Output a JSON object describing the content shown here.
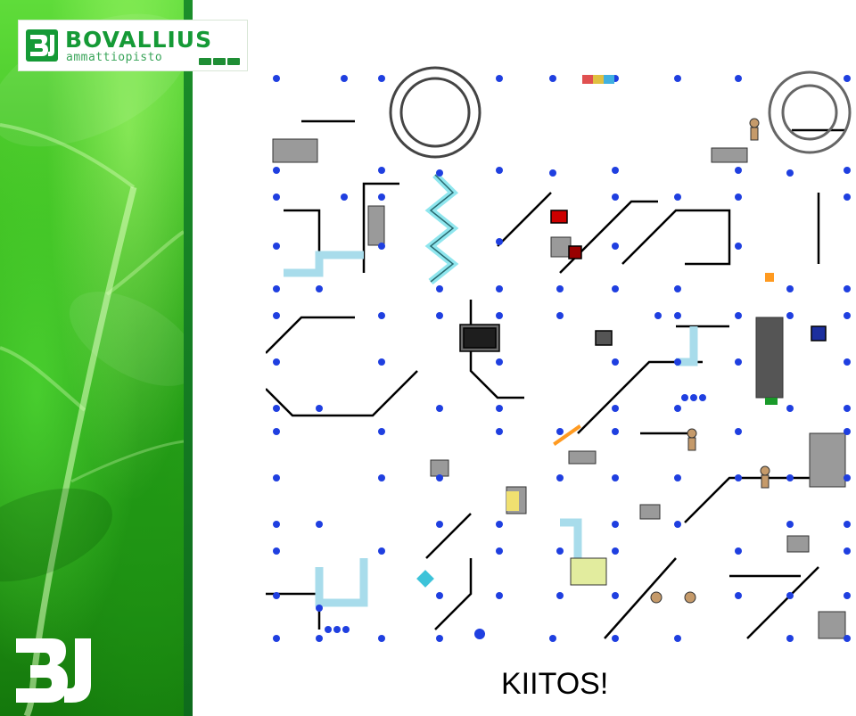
{
  "brand": {
    "name": "BOVALLIUS",
    "subtitle": "ammattiopisto",
    "color": "#159a36"
  },
  "closing_text": "KIITOS!",
  "map": {
    "marker_color": "#1f3fe0",
    "line_color": "#000000",
    "accent_color": "#8fe6ee"
  }
}
